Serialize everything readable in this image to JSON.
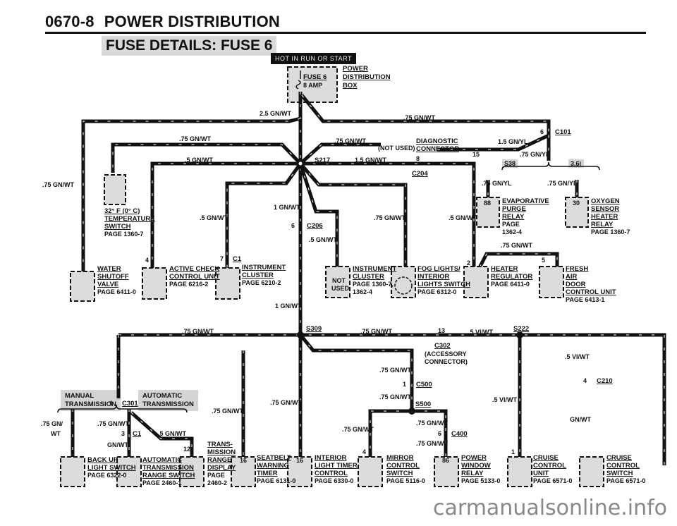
{
  "header": {
    "page_number": "0670-8",
    "section": "POWER DISTRIBUTION"
  },
  "subtitle": "FUSE DETAILS: FUSE 6",
  "power_source": {
    "hot_label": "HOT IN RUN OR START",
    "fuse_name": "FUSE 6",
    "fuse_rating": "8 AMP",
    "box_label": [
      "POWER",
      "DISTRIBUTION",
      "BOX"
    ]
  },
  "wires": {
    "w_25": "2.5 GN/WT",
    "w_top_right": ".75 GN/WT",
    "w_top_left": ".75 GN/WT",
    "w_5_left": ".5 GN/WT",
    "w_left_main": ".75 GN/WT",
    "w_not_used": ".75 GN/WT",
    "not_used_label": "(NOT USED)",
    "w_15": "1.5 GN/WT",
    "w_1_a": "1 GN/WT",
    "w_5_b": ".5 GN/WT",
    "w_5_c": ".5 GN/WT",
    "w_75_inst": ".75 GN/WT",
    "w_5_fog": ".5 GN/WT",
    "w_15_gnyl": "1.5 GN/YL",
    "w_75_gnyl": ".75 GN/YL",
    "w_75_gnyl_l": ".75 GN/YL",
    "w_75_gnyl_r": ".75 GN/YL",
    "w_75_heater": ".75 GN/WT",
    "w_1_b": "1 GN/WT",
    "w_75_s309": ".75 GN/WT",
    "w_75_acc": ".75 GN/WT",
    "w_5_vi": ".5 VI/WT",
    "w_5_vi_r": ".5 VI/WT",
    "w_5_vi_cc": ".5 VI/WT",
    "w_75_c500a": ".75 GN/WT",
    "w_75_c500b": ".75 GN/WT",
    "w_75_mirror": ".75 GN/WT",
    "w_75_c400a": ".75 GN/WT",
    "w_75_c400b": ".75 GN/WT",
    "w_gnwt_cs": "GN/WT",
    "w_75_seat": ".75 GN/WT",
    "w_75_int": ".75 GN/WT",
    "w_75_backup": ".75 GN/",
    "w_75_backup2": "WT",
    "w_75_c1": ".75 GN/WT",
    "w_gnwt_c1": "GN/WT",
    "w_5_trans": ".5 GN/WT"
  },
  "connectors": {
    "c101": "C101",
    "c101_pin": "6",
    "diag_pin": "15",
    "c204": "C204",
    "c204_pin": "8",
    "s217": "S217",
    "c206": "C206",
    "c206_pin": "6",
    "s309": "S309",
    "c302": "C302",
    "c302_pin": "13",
    "c302_desc": [
      "(ACCESSORY",
      "CONNECTOR)"
    ],
    "s222": "S222",
    "c210": "C210",
    "c210_pin": "4",
    "c500": "C500",
    "c500_pin": "1",
    "s500": "S500",
    "c400": "C400",
    "c400_pin": "6",
    "c301": "C301",
    "c301_pin": "1",
    "c1": "C1",
    "c1_pin": "3",
    "c1_inst": "C1",
    "c1_inst_pin": "7",
    "active_pin": "4",
    "heater_pin": "2",
    "fresh_pin": "5",
    "trans_pin": "12",
    "mirror_pin": "4",
    "cruise_pin": "1"
  },
  "variants": {
    "s38": "S38",
    "s36": "3.6i",
    "manual": [
      "MANUAL",
      "TRANSMISSION"
    ],
    "automatic": [
      "AUTOMATIC",
      "TRANSMISSION"
    ]
  },
  "components": {
    "temp_switch": {
      "lines": [
        "32° F (0° C)",
        "TEMPERATURE",
        "SWITCH"
      ],
      "page": "PAGE 1360-7"
    },
    "water_valve": {
      "lines": [
        "WATER",
        "SHUTOFF",
        "VALVE"
      ],
      "page": "PAGE 6411-0"
    },
    "active_check": {
      "lines": [
        "ACTIVE CHECK",
        "CONTROL UNIT"
      ],
      "page": "PAGE 6216-2"
    },
    "inst_cluster_a": {
      "lines": [
        "INSTRUMENT",
        "CLUSTER"
      ],
      "page": "PAGE 6210-2"
    },
    "inst_cluster_b": {
      "lines": [
        "INSTRUMENT",
        "CLUSTER"
      ],
      "page": "PAGE 1360-7,",
      "page2": "1362-4",
      "inside": [
        "NOT",
        "USED"
      ]
    },
    "fog_lights": {
      "lines": [
        "FOG LIGHTS/",
        "INTERIOR",
        "LIGHTS SWITCH"
      ],
      "page": "PAGE 6312-0"
    },
    "heater_reg": {
      "lines": [
        "HEATER",
        "REGULATOR"
      ],
      "page": "PAGE 6411-0"
    },
    "fresh_air": {
      "lines": [
        "FRESH",
        "AIR",
        "DOOR",
        "CONTROL UNIT"
      ],
      "page": "PAGE 6413-1"
    },
    "evap_relay": {
      "lines": [
        "EVAPORATIVE",
        "PURGE",
        "RELAY"
      ],
      "page": "PAGE",
      "page2": "1362-4",
      "pin": "88"
    },
    "oxygen_relay": {
      "lines": [
        "OXYGEN",
        "SENSOR",
        "HEATER",
        "RELAY"
      ],
      "page": "PAGE 1360-7",
      "pin": "30"
    },
    "diagnostic": {
      "lines": [
        "DIAGNOSTIC",
        "CONNECTOR"
      ]
    },
    "backup_switch": {
      "lines": [
        "BACK UP",
        "LIGHT SWITCH"
      ],
      "page": "PAGE 6322-0"
    },
    "auto_range": {
      "lines": [
        "AUTOMATIC",
        "TRANSMISSION",
        "RANGE SWITCH"
      ],
      "page": "PAGE 2460-1"
    },
    "trans_display": {
      "lines": [
        "TRANS-",
        "MISSION",
        "RANGE",
        "DISPLAY"
      ],
      "page": "PAGE",
      "page2": "2460-2"
    },
    "seatbelt": {
      "lines": [
        "SEATBELT",
        "WARNING",
        "TIMER"
      ],
      "page": "PAGE 6131-0",
      "pin": "16"
    },
    "int_light": {
      "lines": [
        "INTERIOR",
        "LIGHT TIMER",
        "CONTROL"
      ],
      "page": "PAGE 6330-0",
      "pin": "16"
    },
    "mirror": {
      "lines": [
        "MIRROR",
        "CONTROL",
        "SWITCH"
      ],
      "page": "PAGE 5116-0"
    },
    "power_window": {
      "lines": [
        "POWER",
        "WINDOW",
        "RELAY"
      ],
      "page": "PAGE 5133-0",
      "pin": "86"
    },
    "cruise_unit": {
      "lines": [
        "CRUISE",
        "CONTROL",
        "UNIT"
      ],
      "page": "PAGE 6571-0"
    },
    "cruise_switch": {
      "lines": [
        "CRUISE",
        "CONTROL",
        "SWITCH"
      ],
      "page": "PAGE 6571-0"
    }
  },
  "watermark": "carmanualsonline.info"
}
